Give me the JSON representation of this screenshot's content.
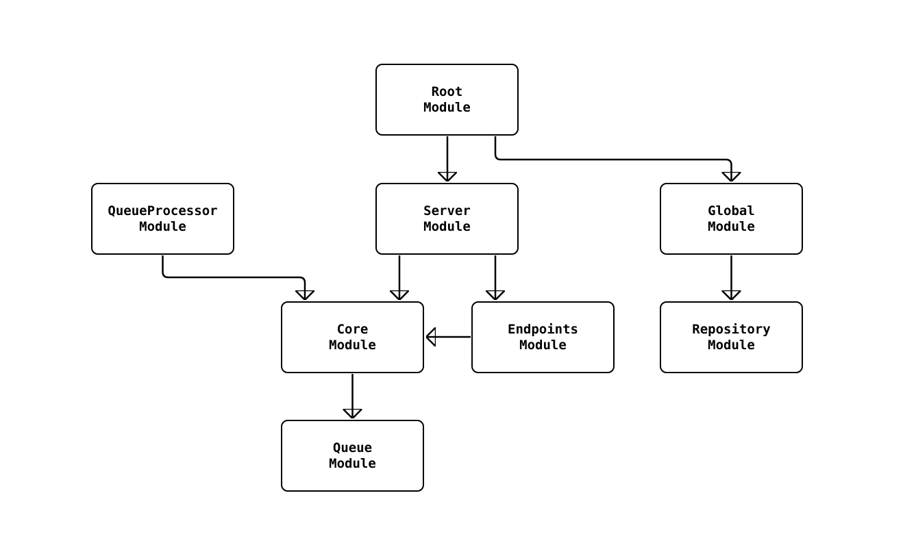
{
  "diagram": {
    "type": "flowchart",
    "background_color": "#ffffff",
    "stroke_color": "#000000",
    "node_fill_color": "#ffffff",
    "nodes": [
      {
        "id": "root",
        "label": "Root\nModule"
      },
      {
        "id": "queueprocessor",
        "label": "QueueProcessor\nModule"
      },
      {
        "id": "server",
        "label": "Server\nModule"
      },
      {
        "id": "global",
        "label": "Global\nModule"
      },
      {
        "id": "core",
        "label": "Core\nModule"
      },
      {
        "id": "endpoints",
        "label": "Endpoints\nModule"
      },
      {
        "id": "repository",
        "label": "Repository\nModule"
      },
      {
        "id": "queue",
        "label": "Queue\nModule"
      }
    ],
    "edges": [
      {
        "from": "root",
        "to": "server"
      },
      {
        "from": "root",
        "to": "global"
      },
      {
        "from": "queueprocessor",
        "to": "core"
      },
      {
        "from": "server",
        "to": "core"
      },
      {
        "from": "server",
        "to": "endpoints"
      },
      {
        "from": "endpoints",
        "to": "core"
      },
      {
        "from": "core",
        "to": "queue"
      },
      {
        "from": "global",
        "to": "repository"
      }
    ]
  }
}
